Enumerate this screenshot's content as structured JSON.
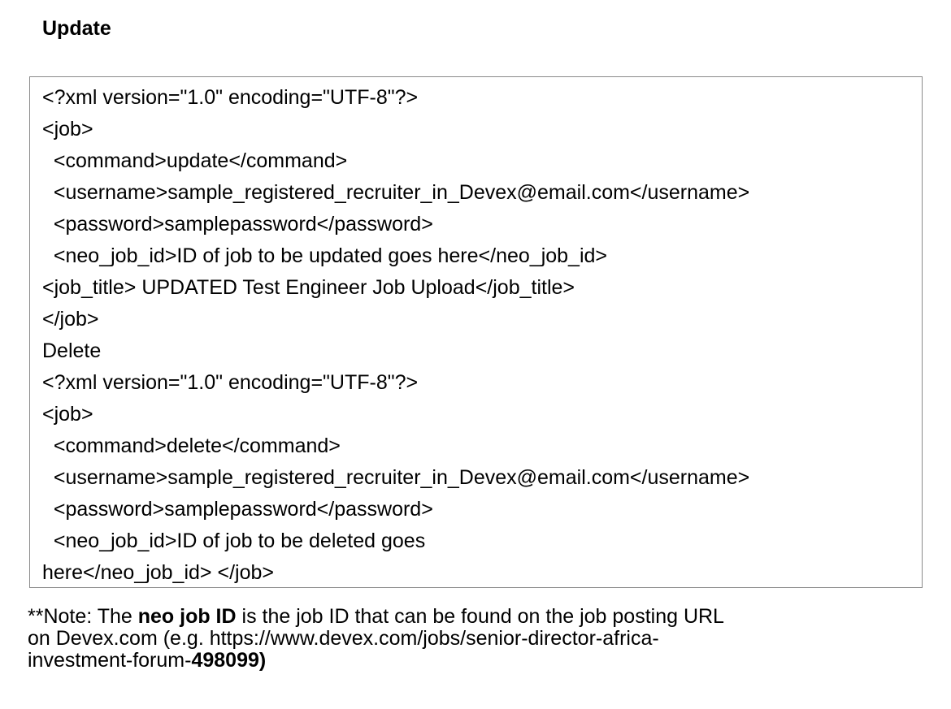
{
  "document": {
    "title": "Update",
    "code_lines": [
      "<?xml version=\"1.0\" encoding=\"UTF-8\"?>",
      "<job>",
      "  <command>update</command>",
      "  <username>sample_registered_recruiter_in_Devex@email.com</username>",
      "  <password>samplepassword</password>",
      "  <neo_job_id>ID of job to be updated goes here</neo_job_id>",
      "<job_title> UPDATED Test Engineer Job Upload</job_title>",
      "</job>",
      "Delete",
      "<?xml version=\"1.0\" encoding=\"UTF-8\"?>",
      "<job>",
      "  <command>delete</command>",
      "  <username>sample_registered_recruiter_in_Devex@email.com</username>",
      "  <password>samplepassword</password>",
      "  <neo_job_id>ID of job to be deleted goes",
      "here</neo_job_id> </job>"
    ],
    "note": {
      "prefix": "**Note: The ",
      "bold_term": "neo job ID",
      "middle": " is the job ID that can be found on the job posting URL",
      "line2": "on Devex.com (e.g. https://www.devex.com/jobs/senior-director-africa-",
      "line3_prefix": "investment-forum-",
      "line3_bold": "498099)"
    }
  }
}
